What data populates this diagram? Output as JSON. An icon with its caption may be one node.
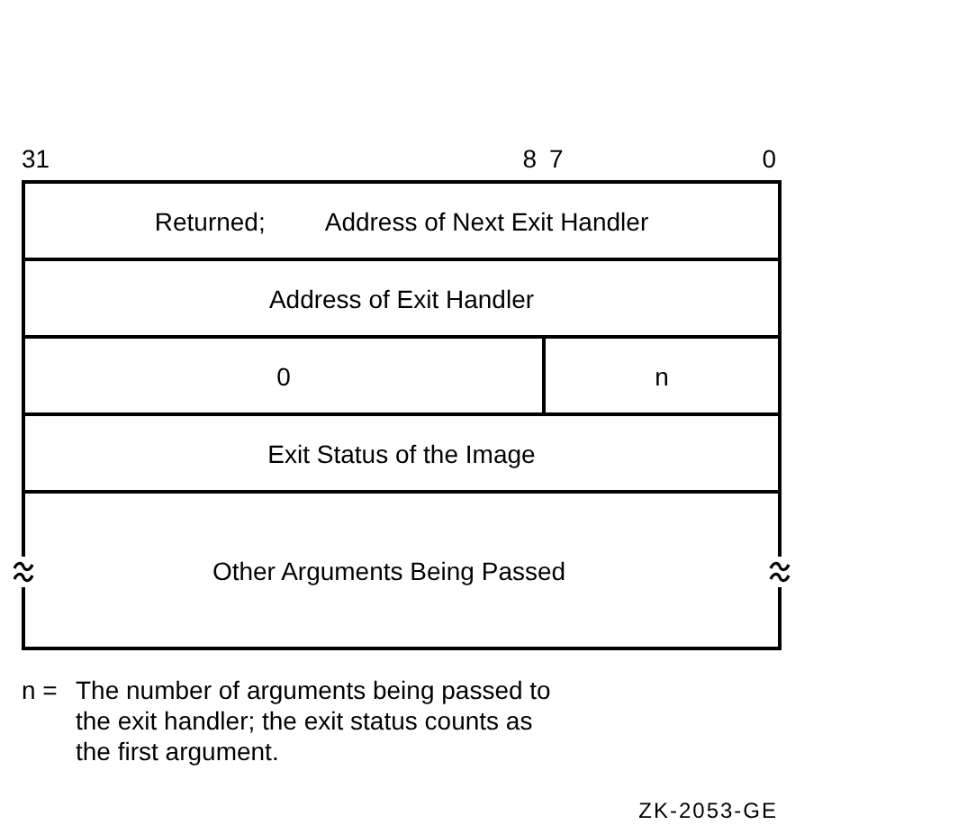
{
  "diagram": {
    "nodes": [
      {
        "text": [
          "Returned;",
          "Address of Next Exit Handler"
        ]
      },
      {
        "text": [
          "Address of Exit Handler"
        ]
      },
      {
        "text": [
          "0"
        ]
      },
      {
        "text": [
          "n"
        ]
      },
      {
        "text": [
          "Exit Status of the Image"
        ]
      },
      {
        "text": [
          "Other Arguments Being Passed"
        ]
      }
    ],
    "labels": [
      "31",
      "8",
      "7",
      "0",
      "n =",
      "The number of arguments being passed to the exit handler; the exit status counts as the first argument.",
      "ZK-2053-GE"
    ]
  }
}
